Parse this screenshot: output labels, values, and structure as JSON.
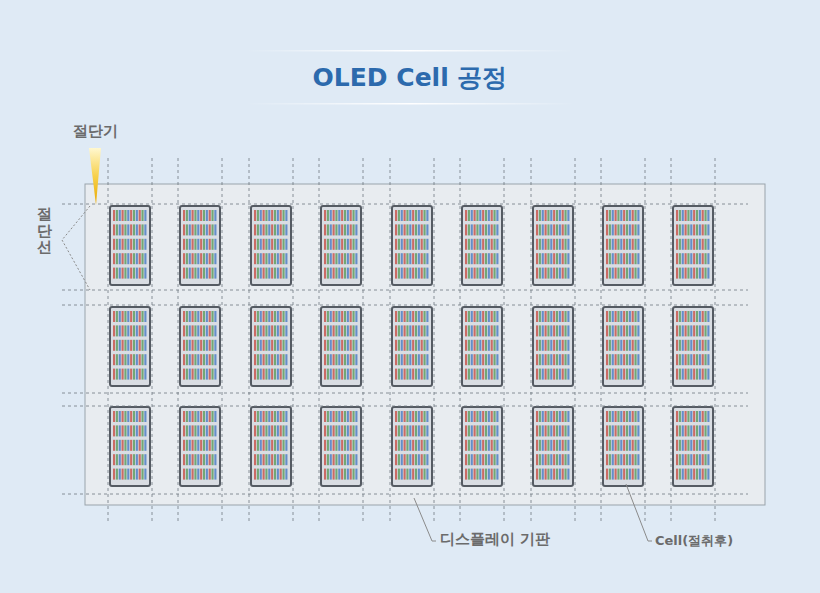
{
  "diagram": {
    "title": "OLED Cell 공정",
    "labels": [
      "절단기",
      "절단선",
      "디스플레이 기판",
      "Cell(절취후)"
    ]
  }
}
